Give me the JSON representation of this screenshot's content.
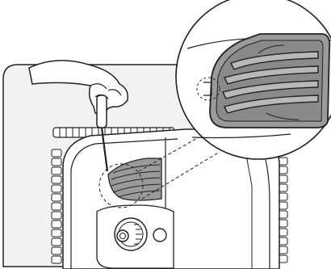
{
  "figure": {
    "type": "line-art-illustration",
    "subject": "screwdriver-removing-vent-grille",
    "callout": "magnified-vent-grille",
    "colors": {
      "background": "#ffffff",
      "panel": "#f2f2f2",
      "line": "#222222",
      "grille": "#9a9a9a",
      "grille_dark": "#6e6e6e"
    }
  }
}
